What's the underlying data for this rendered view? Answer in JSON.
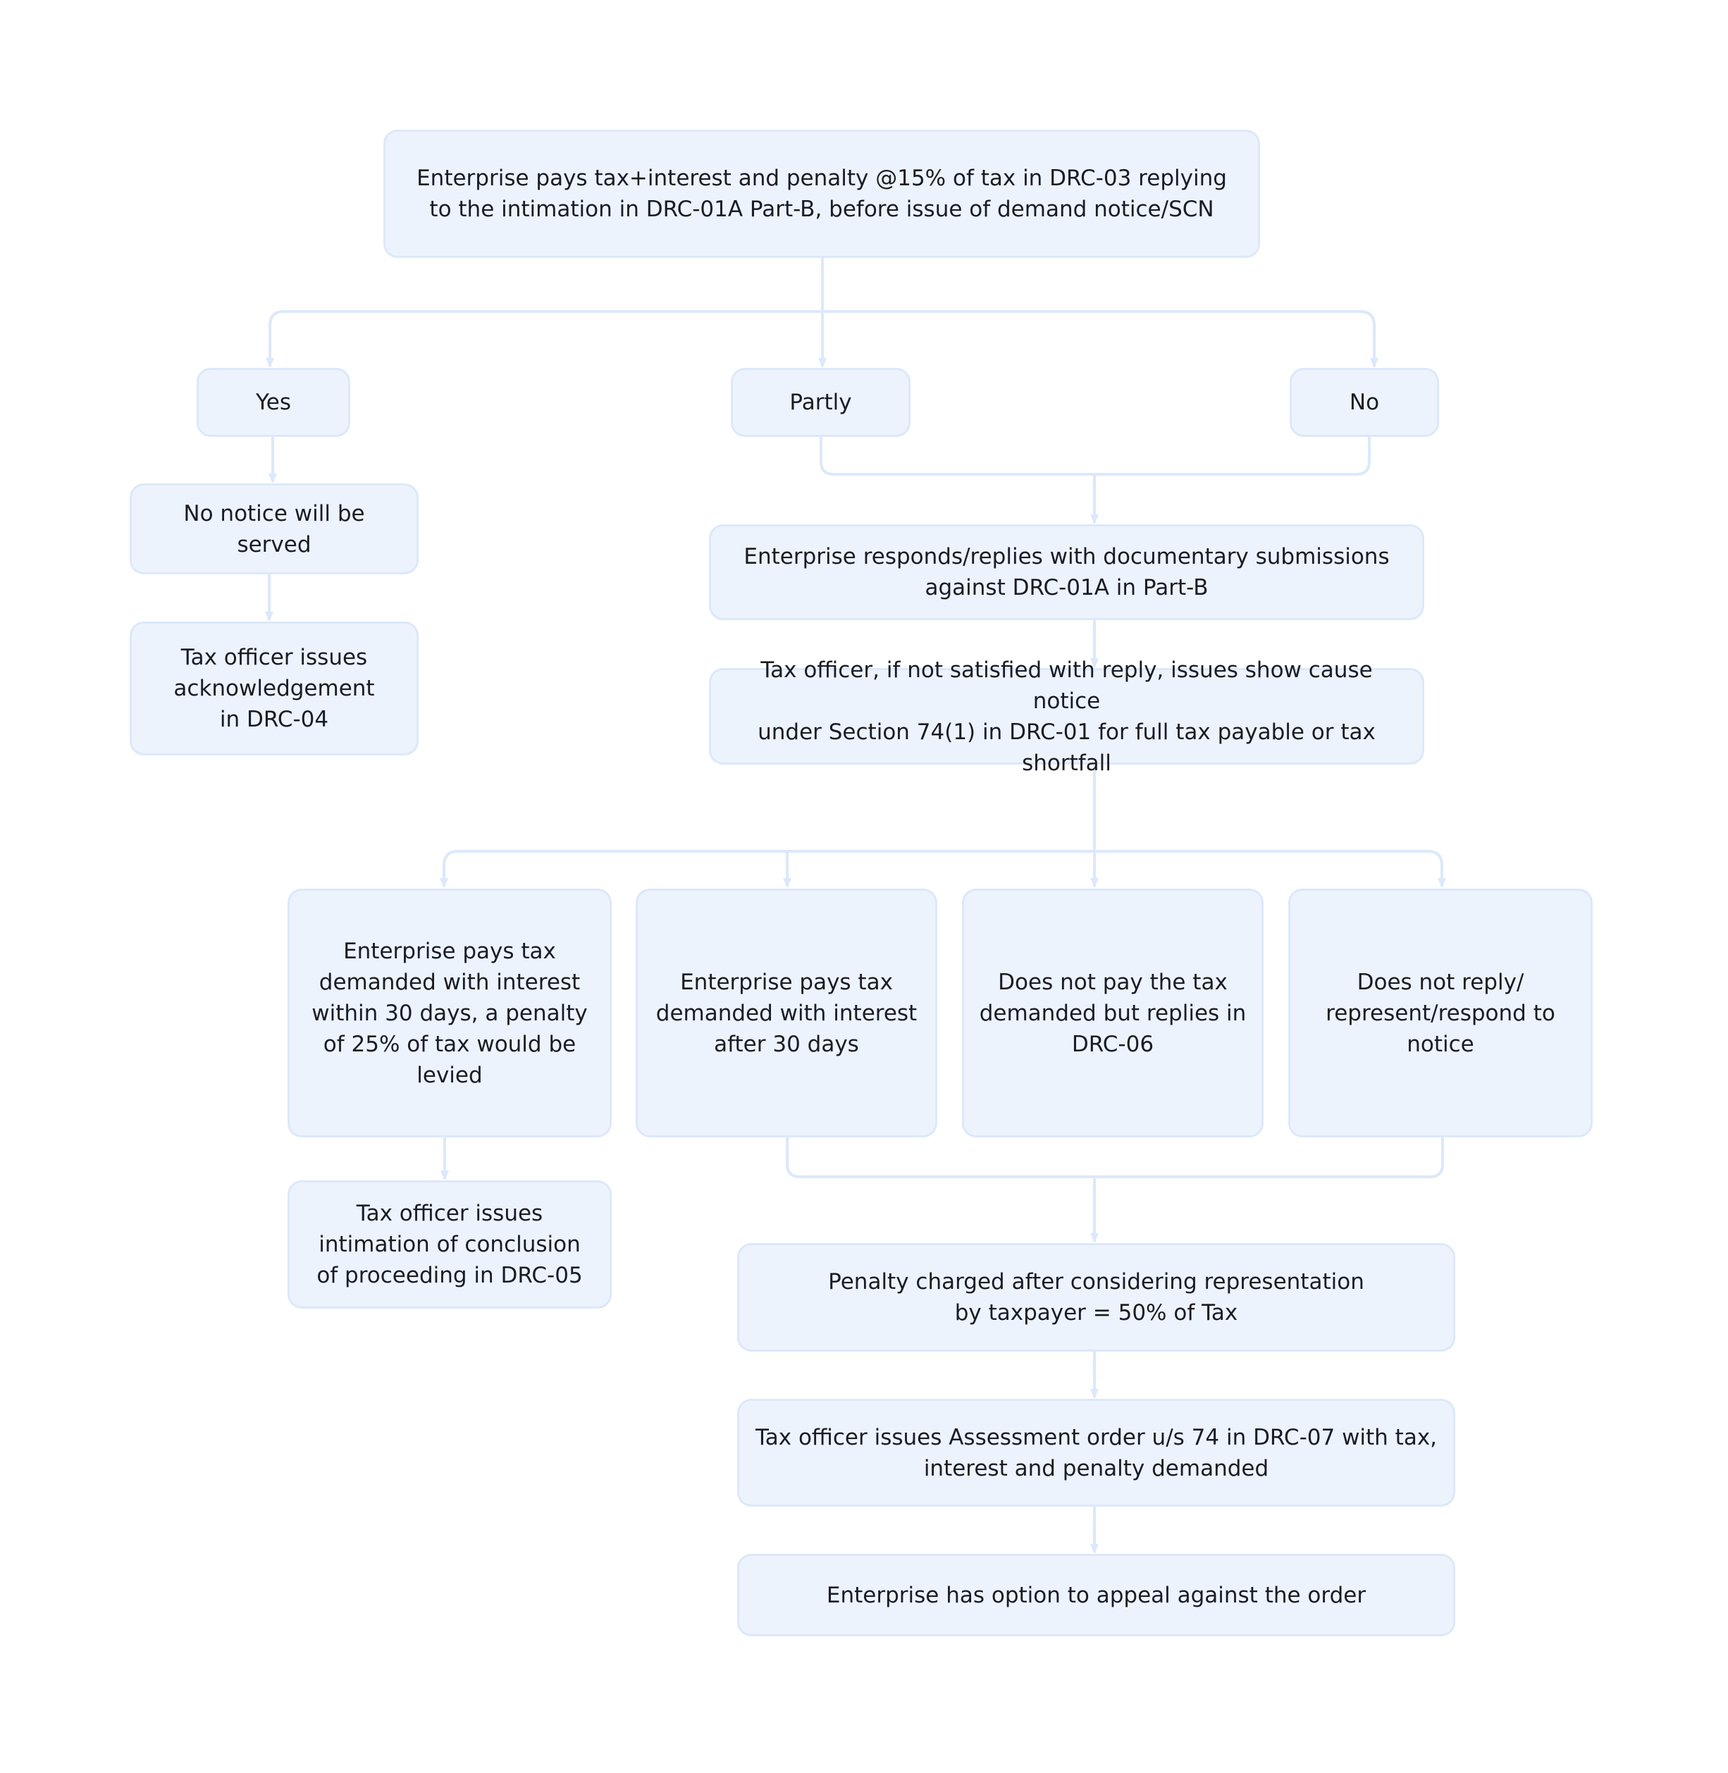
{
  "flowchart": {
    "start": "Enterprise pays tax+interest and penalty @15% of tax in DRC-03 replying\nto the intimation in DRC-01A Part-B, before issue of demand notice/SCN",
    "branches": {
      "yes": "Yes",
      "partly": "Partly",
      "no": "No"
    },
    "no_notice": "No notice will be\nserved",
    "ack_drc04": "Tax officer issues\nacknowledgement\nin DRC-04",
    "responds": "Enterprise responds/replies with documentary submissions\nagainst DRC-01A in Part-B",
    "show_cause": "Tax officer, if not satisfied with reply, issues show cause notice\nunder Section 74(1) in DRC-01 for full tax payable or tax shortfall",
    "options": {
      "pay_within_30": "Enterprise pays tax\ndemanded with interest\nwithin 30 days, a penalty\nof 25% of tax would be\nlevied",
      "pay_after_30": "Enterprise pays tax\ndemanded with interest\nafter 30 days",
      "not_pay_replies": "Does not pay the tax\ndemanded but replies in\nDRC-06",
      "no_reply": "Does not reply/\nrepresent/respond to\nnotice"
    },
    "conclusion_drc05": "Tax officer issues\nintimation of conclusion\nof proceeding in DRC-05",
    "penalty_50": "Penalty charged after considering representation\nby taxpayer = 50% of Tax",
    "assessment_drc07": "Tax officer issues Assessment order u/s 74 in DRC-07 with tax,\ninterest and penalty demanded",
    "appeal": "Enterprise has option to appeal against the order"
  },
  "colors": {
    "box_fill": "#edf3fd",
    "box_border": "#dce8fb",
    "connector": "#dce8fb",
    "text": "#1a1c24"
  }
}
